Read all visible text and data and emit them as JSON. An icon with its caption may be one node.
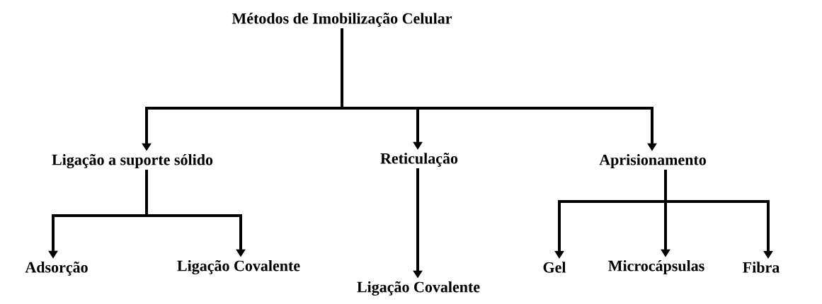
{
  "diagram": {
    "nodes": [
      {
        "text": [
          "Métodos de Imobilização Celular"
        ]
      },
      {
        "text": [
          "Ligação a suporte sólido"
        ]
      },
      {
        "text": [
          "Reticulação"
        ]
      },
      {
        "text": [
          "Aprisionamento"
        ]
      },
      {
        "text": [
          "Adsorção"
        ]
      },
      {
        "text": [
          "Ligação Covalente"
        ]
      },
      {
        "text": [
          "Ligação Covalente"
        ]
      },
      {
        "text": [
          "Gel"
        ]
      },
      {
        "text": [
          "Microcápsulas"
        ]
      },
      {
        "text": [
          "Fibra"
        ]
      }
    ],
    "edges": [
      {
        "from": 0,
        "to": 1,
        "arrow": "to"
      },
      {
        "from": 0,
        "to": 2,
        "arrow": "to"
      },
      {
        "from": 0,
        "to": 3,
        "arrow": "to"
      },
      {
        "from": 1,
        "to": 4,
        "arrow": "to"
      },
      {
        "from": 1,
        "to": 5,
        "arrow": "to"
      },
      {
        "from": 2,
        "to": 6,
        "arrow": "to"
      },
      {
        "from": 3,
        "to": 7,
        "arrow": "to"
      },
      {
        "from": 3,
        "to": 8,
        "arrow": "to"
      },
      {
        "from": 3,
        "to": 9,
        "arrow": "to"
      }
    ]
  }
}
